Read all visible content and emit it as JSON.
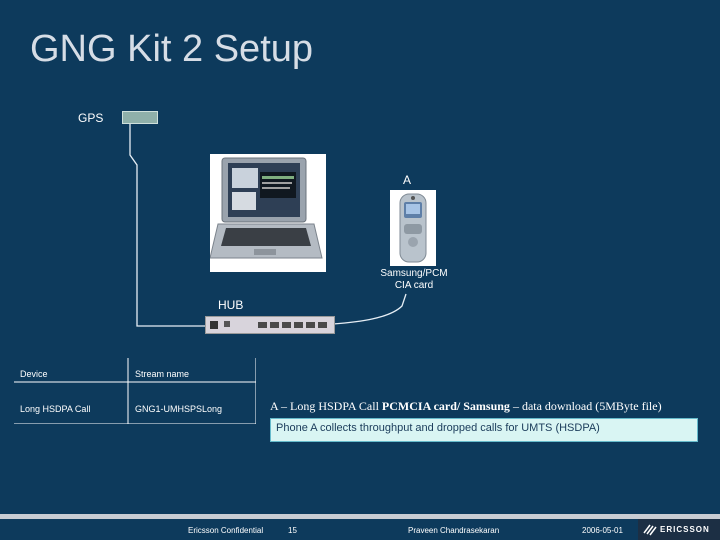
{
  "title": "GNG Kit 2 Setup",
  "labels": {
    "gps": "GPS",
    "device_a": "A",
    "samsung": "Samsung/PCM CIA card",
    "hub": "HUB"
  },
  "table": {
    "headers": [
      "Device",
      "Stream name"
    ],
    "rows": [
      [
        "Long HSDPA Call",
        "GNG1-UMHSPSLong"
      ]
    ]
  },
  "description": {
    "prefix": "A – Long HSDPA Call ",
    "bold": "PCMCIA card/ Samsung",
    "suffix": " – data download (5MByte file)"
  },
  "note": "Phone A collects throughput and dropped calls for UMTS (HSDPA)",
  "footer": {
    "confidential": "Ericsson Confidential",
    "page": "15",
    "author": "Praveen Chandrasekaran",
    "date": "2006-05-01",
    "logo": "ERICSSON"
  },
  "icons": {
    "laptop": "laptop-icon",
    "phone": "flip-phone-icon",
    "logo": "ericsson-logo-icon"
  }
}
